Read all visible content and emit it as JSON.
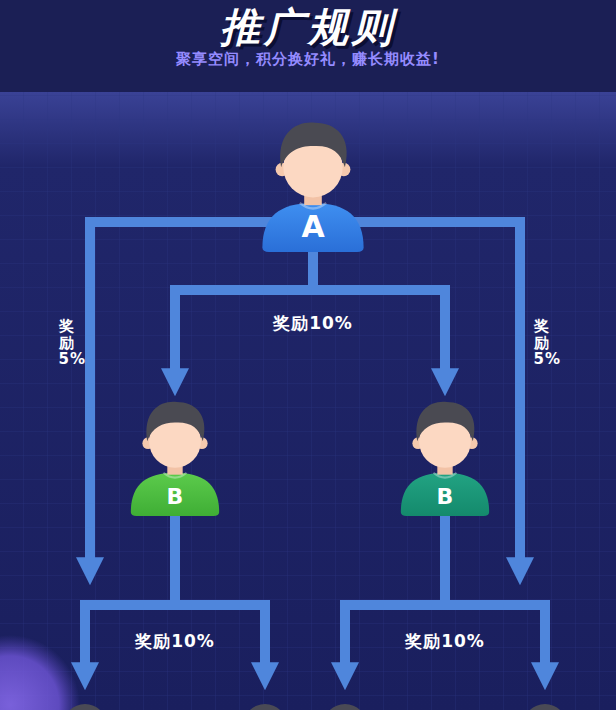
{
  "diagram": {
    "title": "推广规则",
    "nodes": [
      {
        "text": [
          "A"
        ]
      },
      {
        "text": [
          "B"
        ]
      },
      {
        "text": [
          "B"
        ]
      }
    ],
    "edges": [
      {
        "from": 0,
        "to": 1,
        "arrow": "to",
        "label": "奖励10%"
      },
      {
        "from": 0,
        "to": 2,
        "arrow": "to"
      }
    ],
    "labels": [
      "聚享空间，积分换好礼，赚长期收益!",
      "奖励5%",
      "奖励5%",
      "奖励10%",
      "奖励10%"
    ]
  }
}
